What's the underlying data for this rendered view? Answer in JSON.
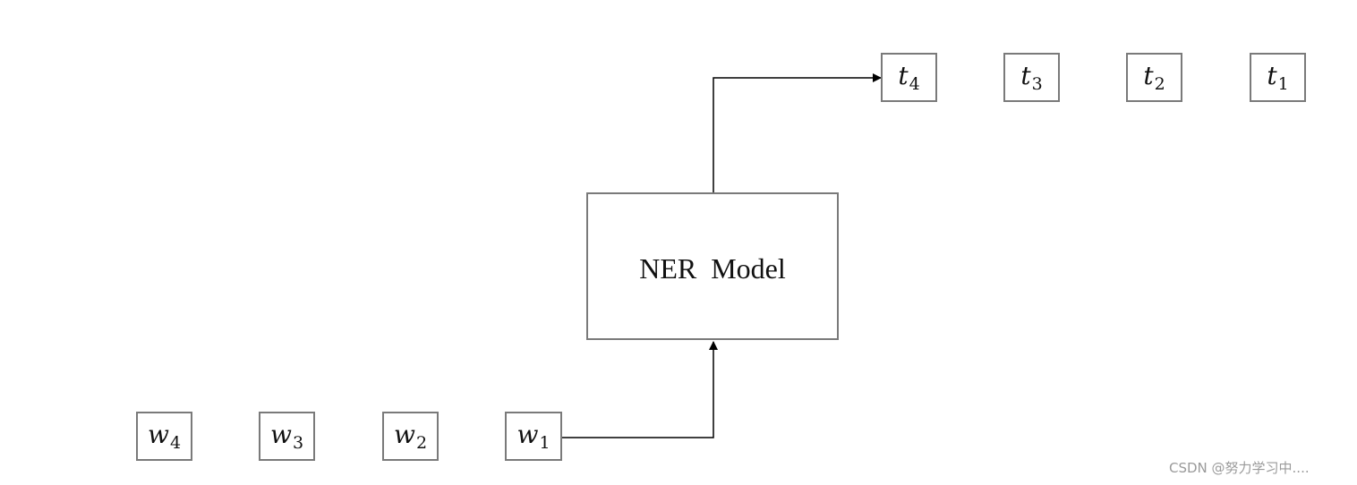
{
  "diagram": {
    "model": {
      "label": "NER  Model"
    },
    "inputs": [
      {
        "symbol": "w",
        "subscript": "4"
      },
      {
        "symbol": "w",
        "subscript": "3"
      },
      {
        "symbol": "w",
        "subscript": "2"
      },
      {
        "symbol": "w",
        "subscript": "1"
      }
    ],
    "outputs": [
      {
        "symbol": "t",
        "subscript": "4"
      },
      {
        "symbol": "t",
        "subscript": "3"
      },
      {
        "symbol": "t",
        "subscript": "2"
      },
      {
        "symbol": "t",
        "subscript": "1"
      }
    ],
    "connections": [
      {
        "from": "w1",
        "to": "NER Model"
      },
      {
        "from": "NER Model",
        "to": "t4"
      }
    ]
  },
  "watermark": {
    "text": "CSDN @努力学习中...."
  },
  "colors": {
    "box_border": "#7a7a7a",
    "line": "#000000",
    "text": "#111111",
    "watermark": "#9a9a9a"
  }
}
